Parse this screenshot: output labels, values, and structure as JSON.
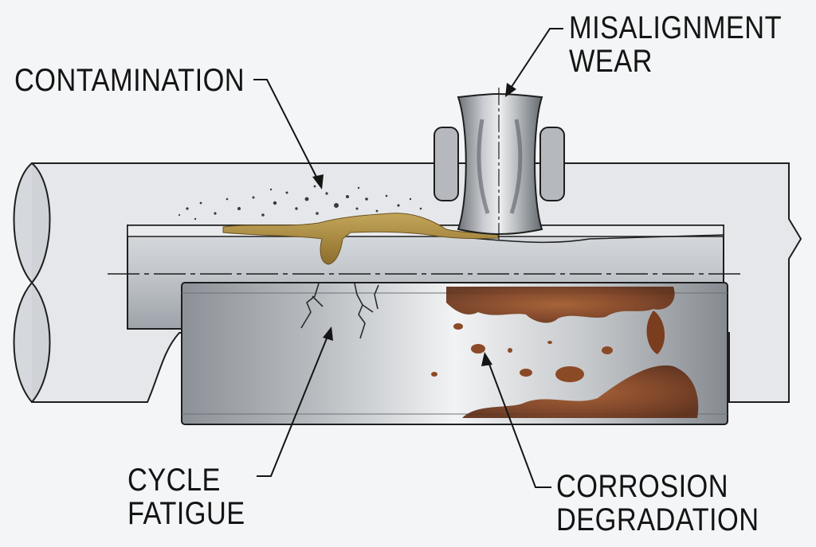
{
  "labels": {
    "contamination": "CONTAMINATION",
    "misalignment_line1": "MISALIGNMENT",
    "misalignment_line2": "WEAR",
    "cycle_line1": "CYCLE",
    "cycle_line2": "FATIGUE",
    "corrosion_line1": "CORROSION",
    "corrosion_line2": "DEGRADATION"
  },
  "colors": {
    "background": "#f4f5f6",
    "housing": "#e6e8eb",
    "shaft": "#c4c8cd",
    "outline": "#1e1e1e",
    "contaminant_fluid": "#a88a3e",
    "rust": "#8b4a26",
    "crack": "#2a2a2a"
  },
  "icons": [
    "contaminant-particles",
    "fatigue-cracks",
    "rust-patches",
    "grooved-roller"
  ]
}
